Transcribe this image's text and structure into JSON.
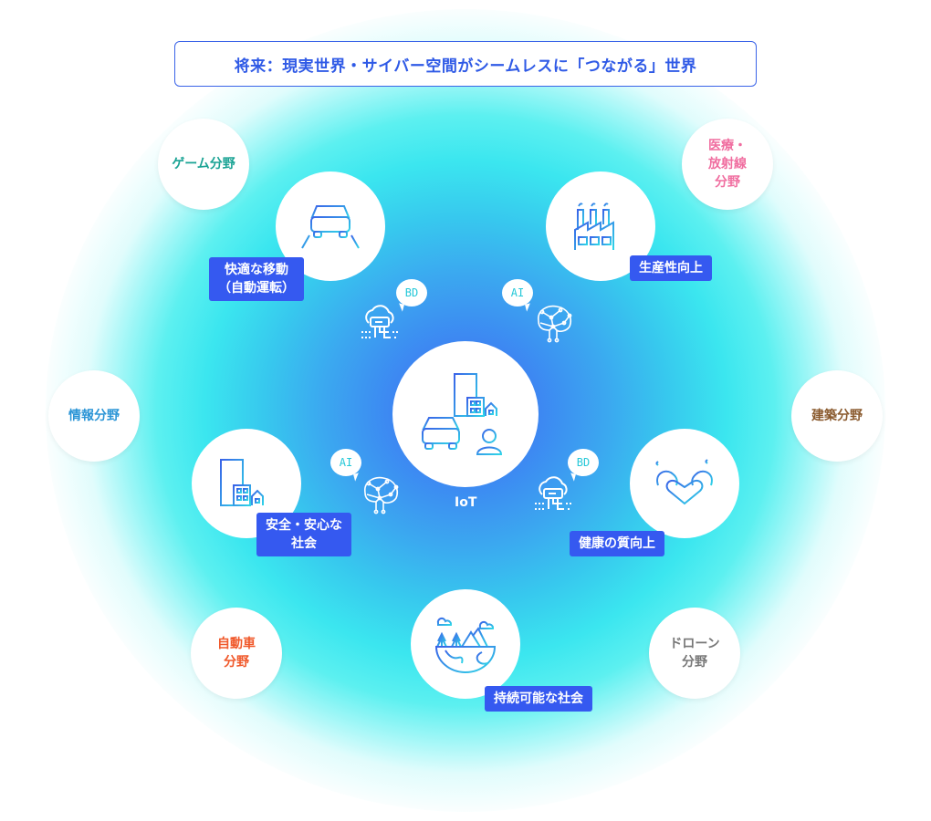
{
  "title": "将来：現実世界・サイバー空間がシームレスに「つながる」世界",
  "hub": {
    "label": "IoT",
    "icon": "city-car-person-icon"
  },
  "fields": [
    {
      "id": "game",
      "label": "ゲーム分野",
      "color": "#1aa394"
    },
    {
      "id": "medical",
      "label": "医療・\n放射線\n分野",
      "color": "#f06ea0"
    },
    {
      "id": "info",
      "label": "情報分野",
      "color": "#2b95d6"
    },
    {
      "id": "architecture",
      "label": "建築分野",
      "color": "#8a5a2e"
    },
    {
      "id": "automotive",
      "label": "自動車\n分野",
      "color": "#f0582a"
    },
    {
      "id": "drone",
      "label": "ドローン\n分野",
      "color": "#777777"
    }
  ],
  "themes": [
    {
      "id": "mobility",
      "label": "快適な移動\n（自動運転）",
      "icon": "car-road-icon"
    },
    {
      "id": "productivity",
      "label": "生産性向上",
      "icon": "factory-icon"
    },
    {
      "id": "safety",
      "label": "安全・安心な\n社会",
      "icon": "buildings-icon"
    },
    {
      "id": "health",
      "label": "健康の質向上",
      "icon": "heart-muscle-icon"
    },
    {
      "id": "sustainable",
      "label": "持続可能な社会",
      "icon": "earth-nature-icon"
    }
  ],
  "tech_bubbles": [
    {
      "label": "BD",
      "icon": "cloud-server-icon"
    },
    {
      "label": "AI",
      "icon": "brain-network-icon"
    },
    {
      "label": "AI",
      "icon": "brain-network-icon"
    },
    {
      "label": "BD",
      "icon": "cloud-server-icon"
    }
  ],
  "colors": {
    "label_bg": "#3559f0",
    "title_text": "#2f5ae6",
    "bubble_text": "#25c8d8"
  }
}
